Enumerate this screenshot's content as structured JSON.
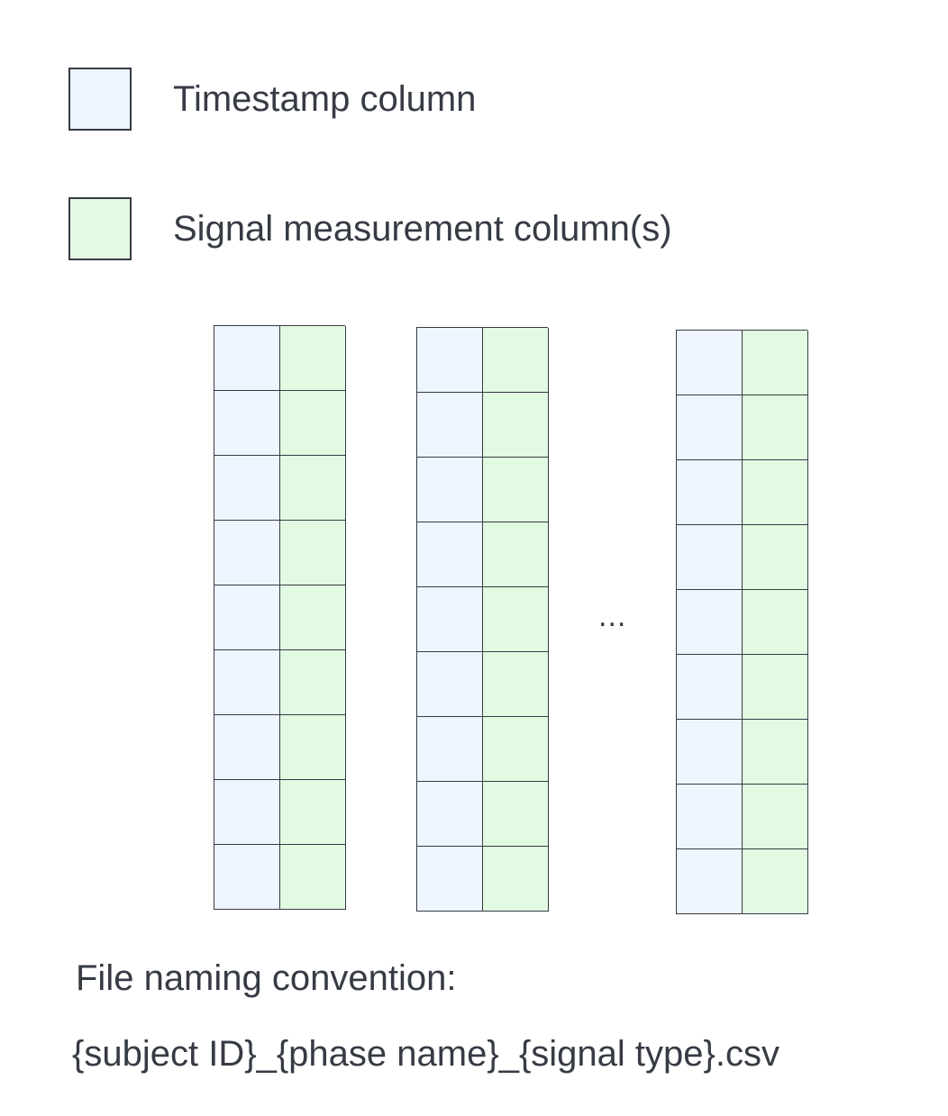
{
  "legend": {
    "timestamp": {
      "label": "Timestamp column",
      "color": "#eef5fe"
    },
    "signal": {
      "label": "Signal measurement column(s)",
      "color": "#e2f9e2"
    }
  },
  "tables": {
    "count_shown": 3,
    "rows_per_table": 9,
    "columns": [
      "timestamp",
      "signal"
    ],
    "border_color": "#363b44"
  },
  "ellipsis": "...",
  "naming": {
    "title": "File naming convention:",
    "pattern": "{subject ID}_{phase name}_{signal type}.csv"
  }
}
